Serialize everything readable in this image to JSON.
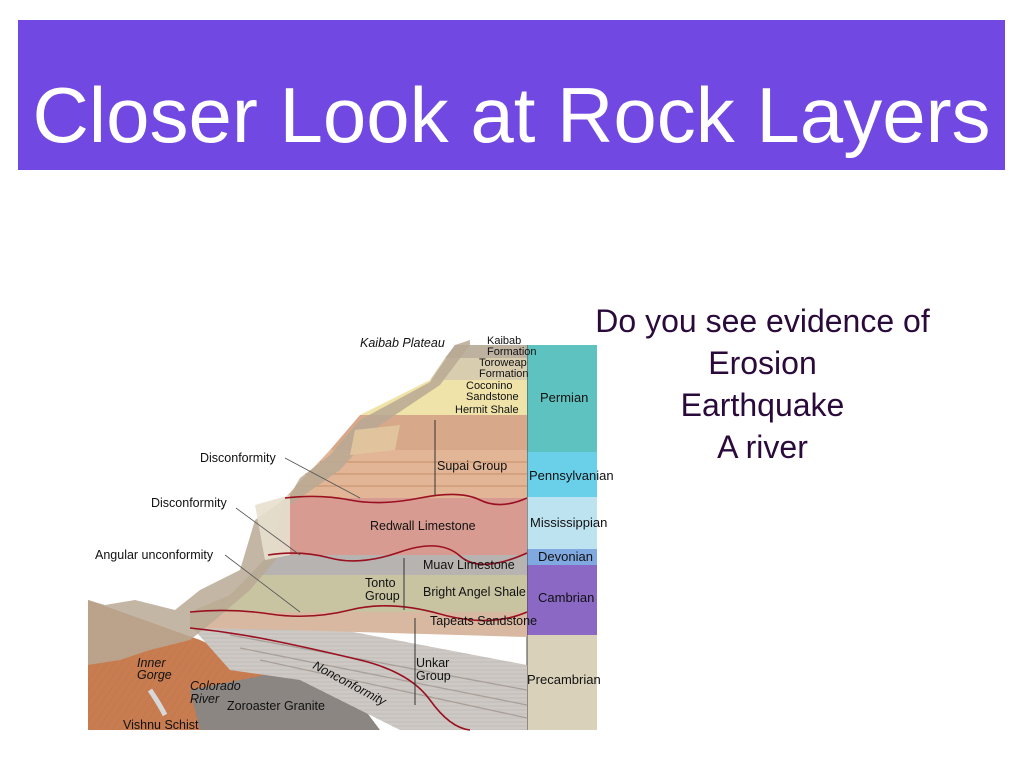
{
  "slide": {
    "title": "Closer Look at Rock Layers",
    "title_bg_color": "#7149e2",
    "question": {
      "prompt": "Do you see evidence of",
      "options": [
        "Erosion",
        "Earthquake",
        "A river"
      ]
    }
  },
  "diagram": {
    "features": {
      "kaibab_plateau": "Kaibab Plateau",
      "disconformity_upper": "Disconformity",
      "disconformity_lower": "Disconformity",
      "angular_unconformity": "Angular unconformity",
      "inner_gorge_1": "Inner",
      "inner_gorge_2": "Gorge",
      "colorado_river_1": "Colorado",
      "colorado_river_2": "River",
      "vishnu_schist": "Vishnu Schist",
      "zoroaster_granite": "Zoroaster Granite",
      "nonconformity": "Nonconformity"
    },
    "formations": {
      "kaibab_1": "Kaibab",
      "kaibab_2": "Formation",
      "toroweap_1": "Toroweap",
      "toroweap_2": "Formation",
      "coconino_1": "Coconino",
      "coconino_2": "Sandstone",
      "hermit_shale": "Hermit Shale",
      "supai_group": "Supai Group",
      "redwall_limestone": "Redwall Limestone",
      "muav_limestone": "Muav Limestone",
      "tonto_group_1": "Tonto",
      "tonto_group_2": "Group",
      "bright_angel_shale": "Bright Angel Shale",
      "tapeats_sandstone": "Tapeats Sandstone",
      "unkar_group_1": "Unkar",
      "unkar_group_2": "Group"
    },
    "periods": [
      {
        "name": "Permian",
        "color": "#5ec3c0"
      },
      {
        "name": "Pennsylvanian",
        "color": "#6ad0ea"
      },
      {
        "name": "Mississippian",
        "color": "#bde2f0"
      },
      {
        "name": "Devonian",
        "color": "#7fa9e0"
      },
      {
        "name": "Cambrian",
        "color": "#8a68c4"
      },
      {
        "name": "Precambrian",
        "color": "#d9d1b9"
      }
    ]
  }
}
